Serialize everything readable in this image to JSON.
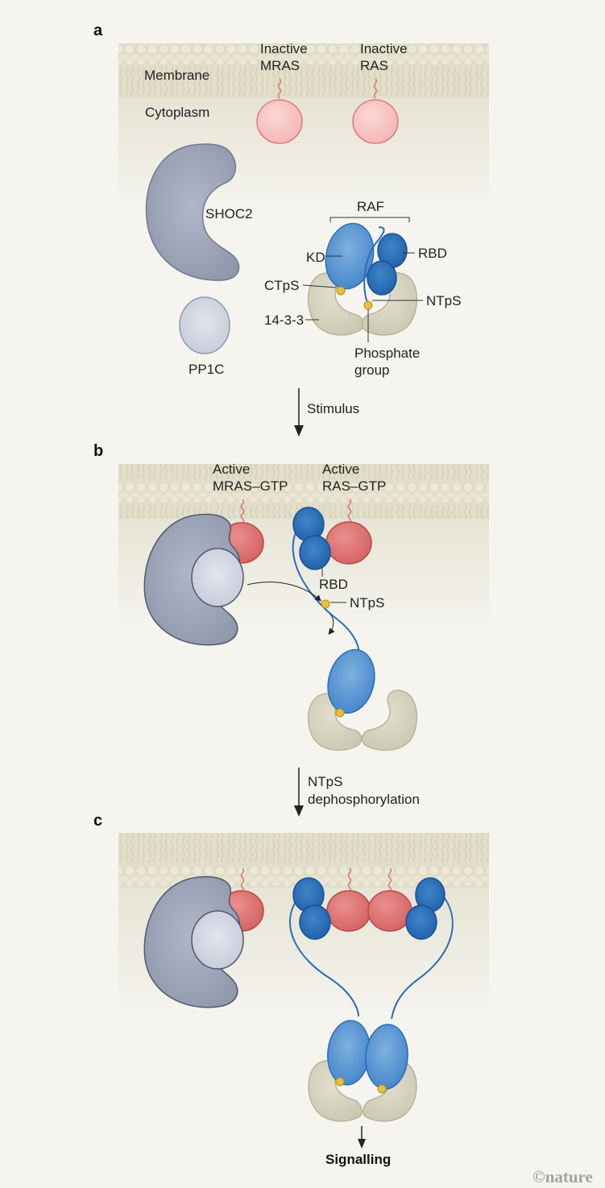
{
  "colors": {
    "background": "#f5f4ee",
    "membrane": "#e3e0cc",
    "lipid_head": "#ece9d6",
    "cytoplasm_top": "#e8e6d8",
    "ras_inactive": "#f6c2c2",
    "ras_active": "#dc6e6e",
    "raf_kd": "#4f8fd0",
    "raf_rbd": "#2366b0",
    "protein_1433": "#d4d2bd",
    "shoc2": "#9aa2b5",
    "pp1c": "#d4d8e4",
    "phosphate": "#e8c040"
  },
  "panels": {
    "a": {
      "letter": "a",
      "membrane_label": "Membrane",
      "cytoplasm_label": "Cytoplasm",
      "mras_label_1": "Inactive",
      "mras_label_2": "MRAS",
      "ras_label_1": "Inactive",
      "ras_label_2": "RAS",
      "shoc2_label": "SHOC2",
      "pp1c_label": "PP1C",
      "raf_label": "RAF",
      "kd_label": "KD",
      "rbd_label": "RBD",
      "ctps_label": "CTpS",
      "ntps_label": "NTpS",
      "protein_1433_label": "14-3-3",
      "phosphate_label_1": "Phosphate",
      "phosphate_label_2": "group"
    },
    "arrow_ab": {
      "label": "Stimulus"
    },
    "b": {
      "letter": "b",
      "mras_label_1": "Active",
      "mras_label_2": "MRAS–GTP",
      "ras_label_1": "Active",
      "ras_label_2": "RAS–GTP",
      "rbd_label": "RBD",
      "ntps_label": "NTpS"
    },
    "arrow_bc": {
      "label_1": "NTpS",
      "label_2": "dephosphorylation"
    },
    "c": {
      "letter": "c",
      "output_label": "Signalling"
    }
  },
  "credit": "©nature"
}
